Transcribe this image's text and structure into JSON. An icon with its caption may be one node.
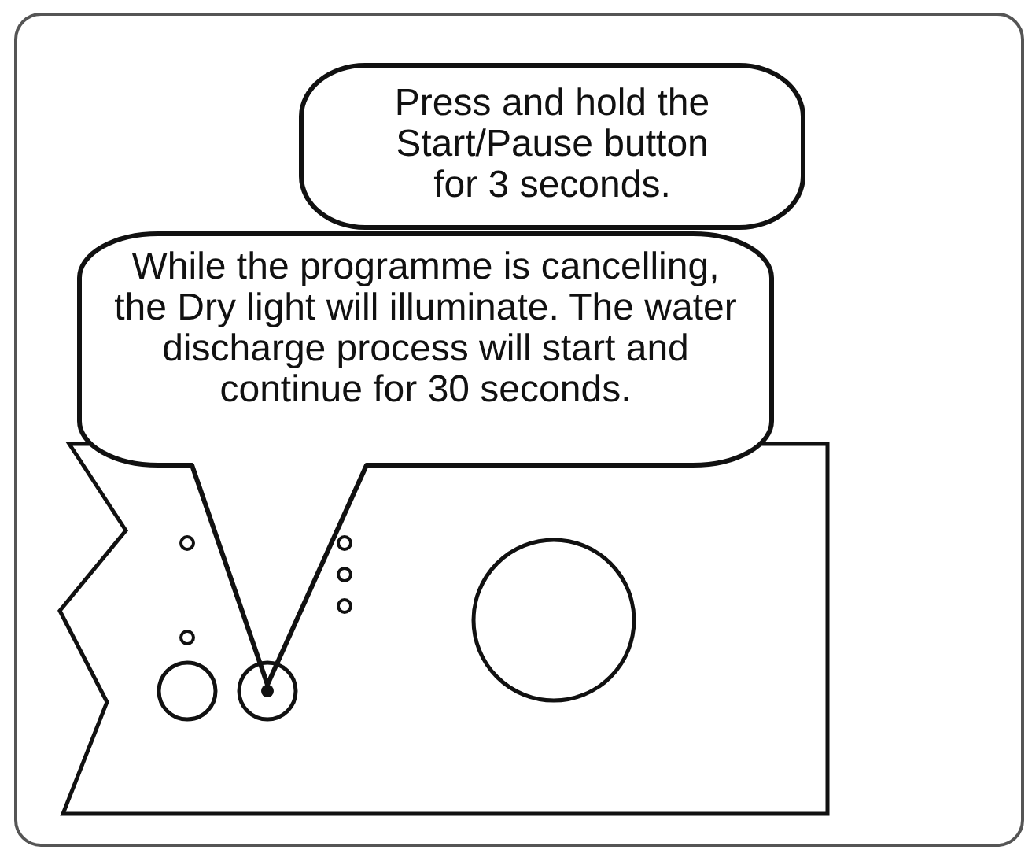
{
  "diagram": {
    "nodes": [
      {
        "text": [
          "Press and hold the Start/Pause button for 3 seconds."
        ]
      },
      {
        "text": [
          "While the programme is cancelling, the Dry light will illuminate. The water discharge process will start and continue for 30 seconds."
        ]
      },
      {
        "text": [],
        "shape": "circle"
      }
    ],
    "edges": [
      {
        "from": 1,
        "to": 2,
        "arrow": "none"
      }
    ]
  }
}
